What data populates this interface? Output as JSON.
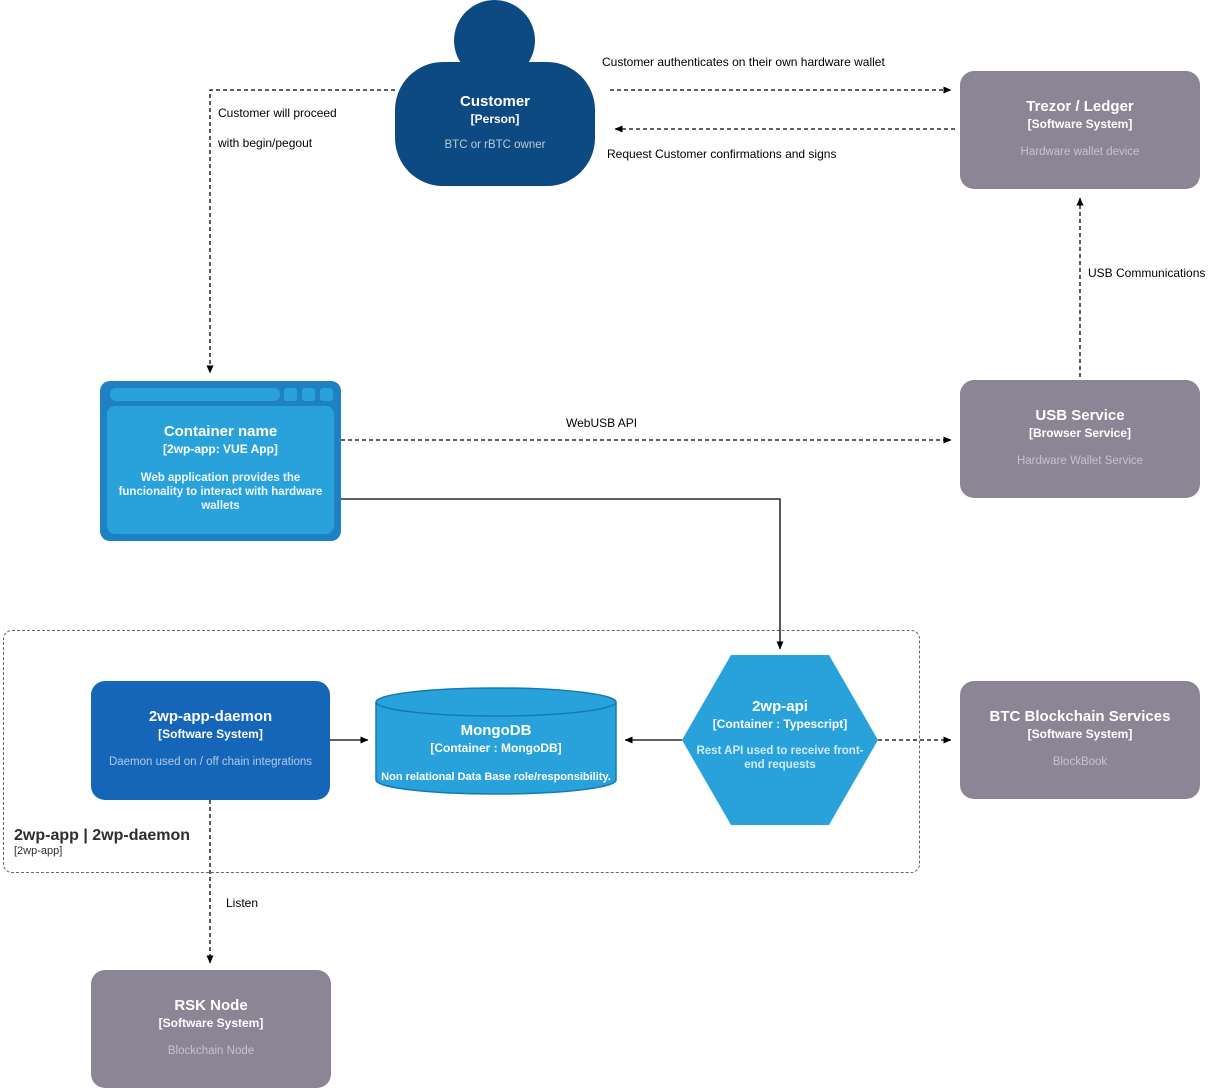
{
  "diagram": {
    "colors": {
      "person-fill": "#0d4a81",
      "gray-fill": "#8c8596",
      "gray-desc": "#c6c2ce",
      "blue-frame": "#1e81c4",
      "blue-light": "#29a2dc",
      "blue-daemon": "#1565b8",
      "edge": "#000000",
      "boundary": "#666666"
    },
    "nodes": {
      "customer": {
        "title": "Customer",
        "subtitle": "[Person]",
        "description": "BTC or rBTC owner"
      },
      "trezor": {
        "title": "Trezor / Ledger",
        "subtitle": "[Software System]",
        "description": "Hardware wallet device"
      },
      "container": {
        "title": "Container name",
        "subtitle": "[2wp-app: VUE App]",
        "description": "Web application provides the funcionality to interact with hardware wallets"
      },
      "usb_service": {
        "title": "USB Service",
        "subtitle": "[Browser Service]",
        "description": "Hardware Wallet Service"
      },
      "daemon": {
        "title": "2wp-app-daemon",
        "subtitle": "[Software System]",
        "description": "Daemon used on / off chain integrations"
      },
      "mongodb": {
        "title": "MongoDB",
        "subtitle": "[Container : MongoDB]",
        "description": "Non relational Data Base role/responsibility."
      },
      "api": {
        "title": "2wp-api",
        "subtitle": "[Container : Typescript]",
        "description": "Rest API used to receive front-end requests"
      },
      "btc": {
        "title": "BTC Blockchain Services",
        "subtitle": "[Software System]",
        "description": "BlockBook"
      },
      "rsk": {
        "title": "RSK Node",
        "subtitle": "[Software System]",
        "description": "Blockchain Node"
      }
    },
    "boundary": {
      "title": "2wp-app | 2wp-daemon",
      "subtitle": "[2wp-app]"
    },
    "edges": {
      "auth": "Customer authenticates on their own hardware wallet",
      "request": "Request Customer confirmations and signs",
      "proceed_line1": "Customer will proceed",
      "proceed_line2": "with begin/pegout",
      "usb_comm": "USB Communications",
      "webusb": "WebUSB API",
      "listen": "Listen"
    }
  }
}
